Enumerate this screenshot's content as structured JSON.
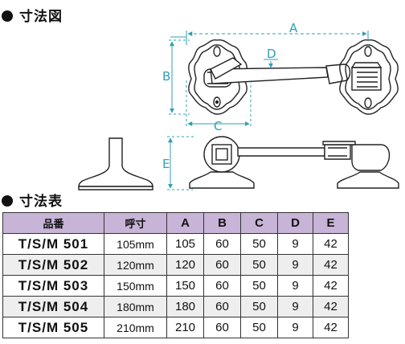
{
  "section_dimensions": {
    "title": "寸法図"
  },
  "section_table": {
    "title": "寸法表"
  },
  "dimension_labels": {
    "a": "A",
    "b": "B",
    "c": "C",
    "d": "D",
    "e": "E"
  },
  "table": {
    "headers": [
      "品番",
      "呼寸",
      "A",
      "B",
      "C",
      "D",
      "E"
    ],
    "rows": [
      [
        "T/S/M 501",
        "105mm",
        "105",
        "60",
        "50",
        "9",
        "42"
      ],
      [
        "T/S/M 502",
        "120mm",
        "120",
        "60",
        "50",
        "9",
        "42"
      ],
      [
        "T/S/M 503",
        "150mm",
        "150",
        "60",
        "50",
        "9",
        "42"
      ],
      [
        "T/S/M 504",
        "180mm",
        "180",
        "60",
        "50",
        "9",
        "42"
      ],
      [
        "T/S/M 505",
        "210mm",
        "210",
        "60",
        "50",
        "9",
        "42"
      ]
    ]
  },
  "colors": {
    "dimension": "#2fa0b4",
    "header_bg": "#c8b4d6",
    "row_alt_bg": "#eeeeee"
  }
}
